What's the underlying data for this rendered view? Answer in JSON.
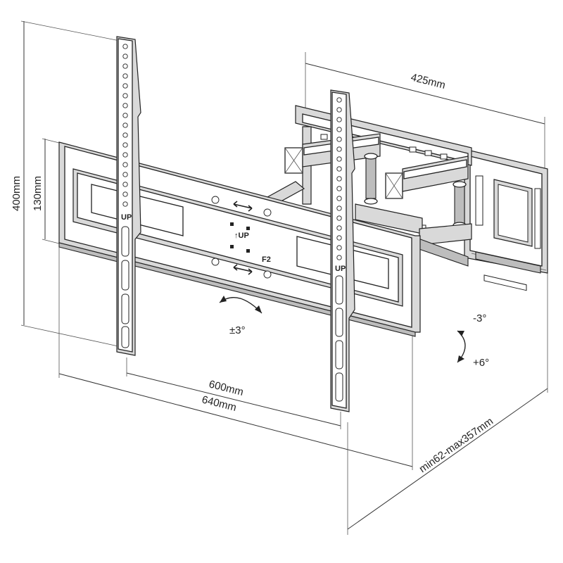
{
  "dimensions": {
    "height_total": "400mm",
    "height_plate": "130mm",
    "depth_extension": "425mm",
    "width_inner": "600mm",
    "width_outer": "640mm",
    "wall_distance": "min62-max357mm"
  },
  "tilt": {
    "rotation": "±3°",
    "tilt_up": "-3°",
    "tilt_down": "+6°"
  },
  "markings": {
    "up_label": "↑UP",
    "f2_label": "F2",
    "bracket_up_label": "UP"
  }
}
